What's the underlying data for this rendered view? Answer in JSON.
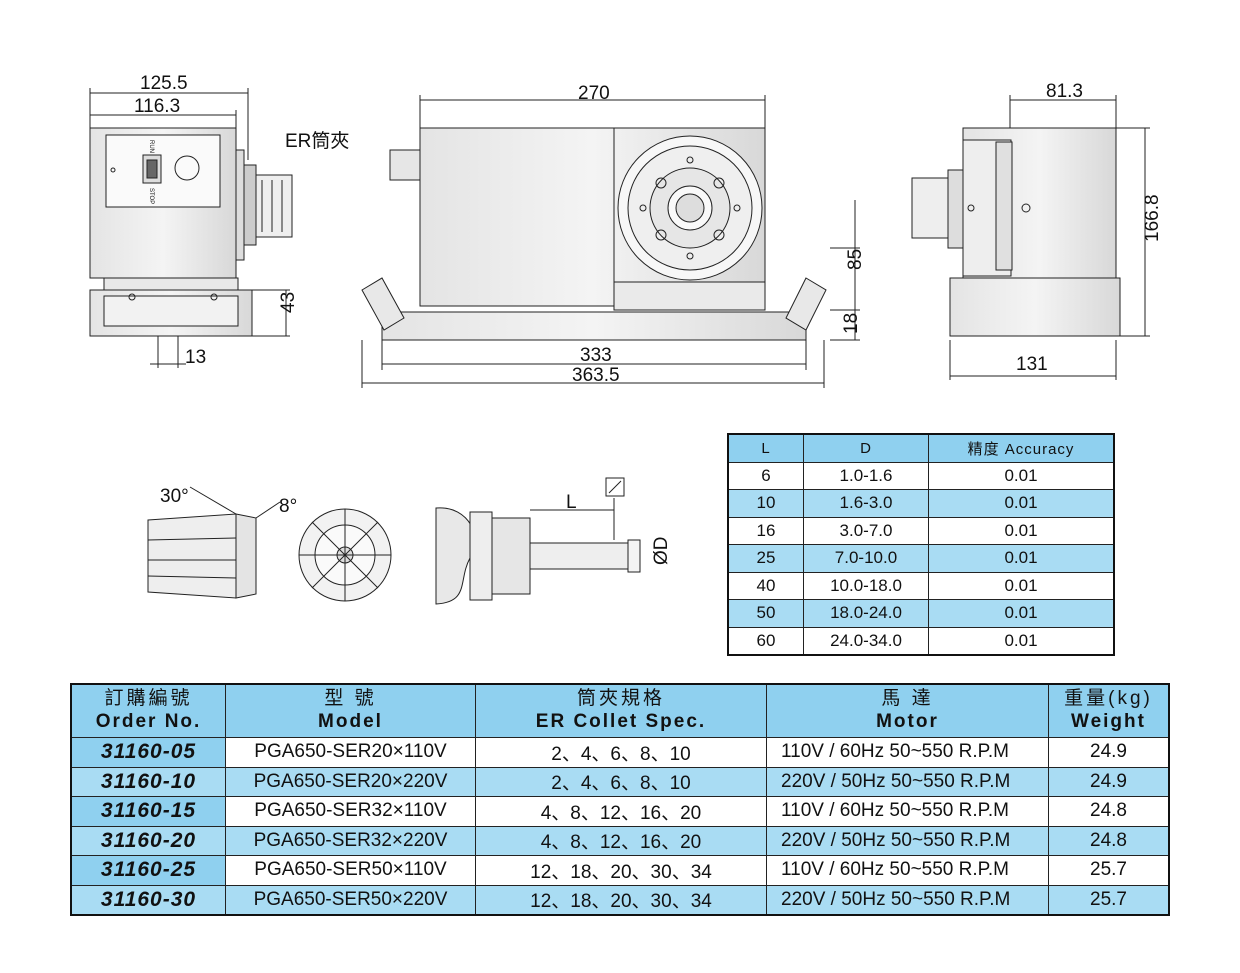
{
  "dimensions": {
    "d_125_5": "125.5",
    "d_116_3": "116.3",
    "d_43": "43",
    "d_13": "13",
    "d_270": "270",
    "d_85": "85",
    "d_18": "18",
    "d_333": "333",
    "d_363_5": "363.5",
    "d_81_3": "81.3",
    "d_166_8": "166.8",
    "d_131": "131",
    "er_label": "ER筒夾",
    "run": "RUN",
    "stop": "STOP"
  },
  "collet": {
    "angle1": "30°",
    "angle2": "8°",
    "L": "L",
    "D": "ØD"
  },
  "accuracy_table": {
    "headers": [
      "L",
      "D",
      "精度 Accuracy"
    ],
    "rows": [
      [
        "6",
        "1.0-1.6",
        "0.01"
      ],
      [
        "10",
        "1.6-3.0",
        "0.01"
      ],
      [
        "16",
        "3.0-7.0",
        "0.01"
      ],
      [
        "25",
        "7.0-10.0",
        "0.01"
      ],
      [
        "40",
        "10.0-18.0",
        "0.01"
      ],
      [
        "50",
        "18.0-24.0",
        "0.01"
      ],
      [
        "60",
        "24.0-34.0",
        "0.01"
      ]
    ]
  },
  "order_table": {
    "headers": [
      {
        "zh": "訂購編號",
        "en": "Order No."
      },
      {
        "zh": "型 號",
        "en": "Model"
      },
      {
        "zh": "筒夾規格",
        "en": "ER Collet Spec."
      },
      {
        "zh": "馬 達",
        "en": "Motor"
      },
      {
        "zh": "重量(kg)",
        "en": "Weight"
      }
    ],
    "rows": [
      [
        "31160-05",
        "PGA650-SER20×110V",
        "2、4、6、8、10",
        "110V / 60Hz   50~550 R.P.M",
        "24.9"
      ],
      [
        "31160-10",
        "PGA650-SER20×220V",
        "2、4、6、8、10",
        "220V / 50Hz   50~550 R.P.M",
        "24.9"
      ],
      [
        "31160-15",
        "PGA650-SER32×110V",
        "4、8、12、16、20",
        "110V / 60Hz   50~550 R.P.M",
        "24.8"
      ],
      [
        "31160-20",
        "PGA650-SER32×220V",
        "4、8、12、16、20",
        "220V / 50Hz   50~550 R.P.M",
        "24.8"
      ],
      [
        "31160-25",
        "PGA650-SER50×110V",
        "12、18、20、30、34",
        "110V / 60Hz   50~550 R.P.M",
        "25.7"
      ],
      [
        "31160-30",
        "PGA650-SER50×220V",
        "12、18、20、30、34",
        "220V / 50Hz   50~550 R.P.M",
        "25.7"
      ]
    ]
  }
}
